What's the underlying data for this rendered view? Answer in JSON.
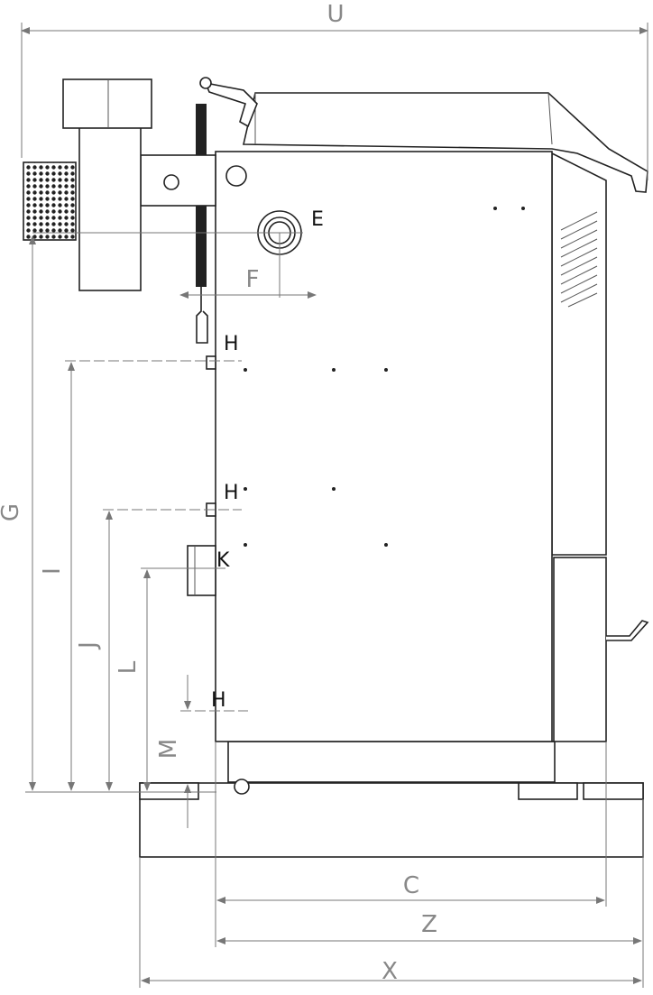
{
  "title": "Boiler side view dimension drawing",
  "labels": {
    "U": "U",
    "E": "E",
    "F": "F",
    "H1": "H",
    "H2": "H",
    "H3": "H",
    "G": "G",
    "I": "I",
    "J": "J",
    "K": "K",
    "L": "L",
    "M": "M",
    "C": "C",
    "Z": "Z",
    "X": "X"
  },
  "colors": {
    "line": "#222222",
    "dimension": "#777777",
    "label": "#888888"
  }
}
